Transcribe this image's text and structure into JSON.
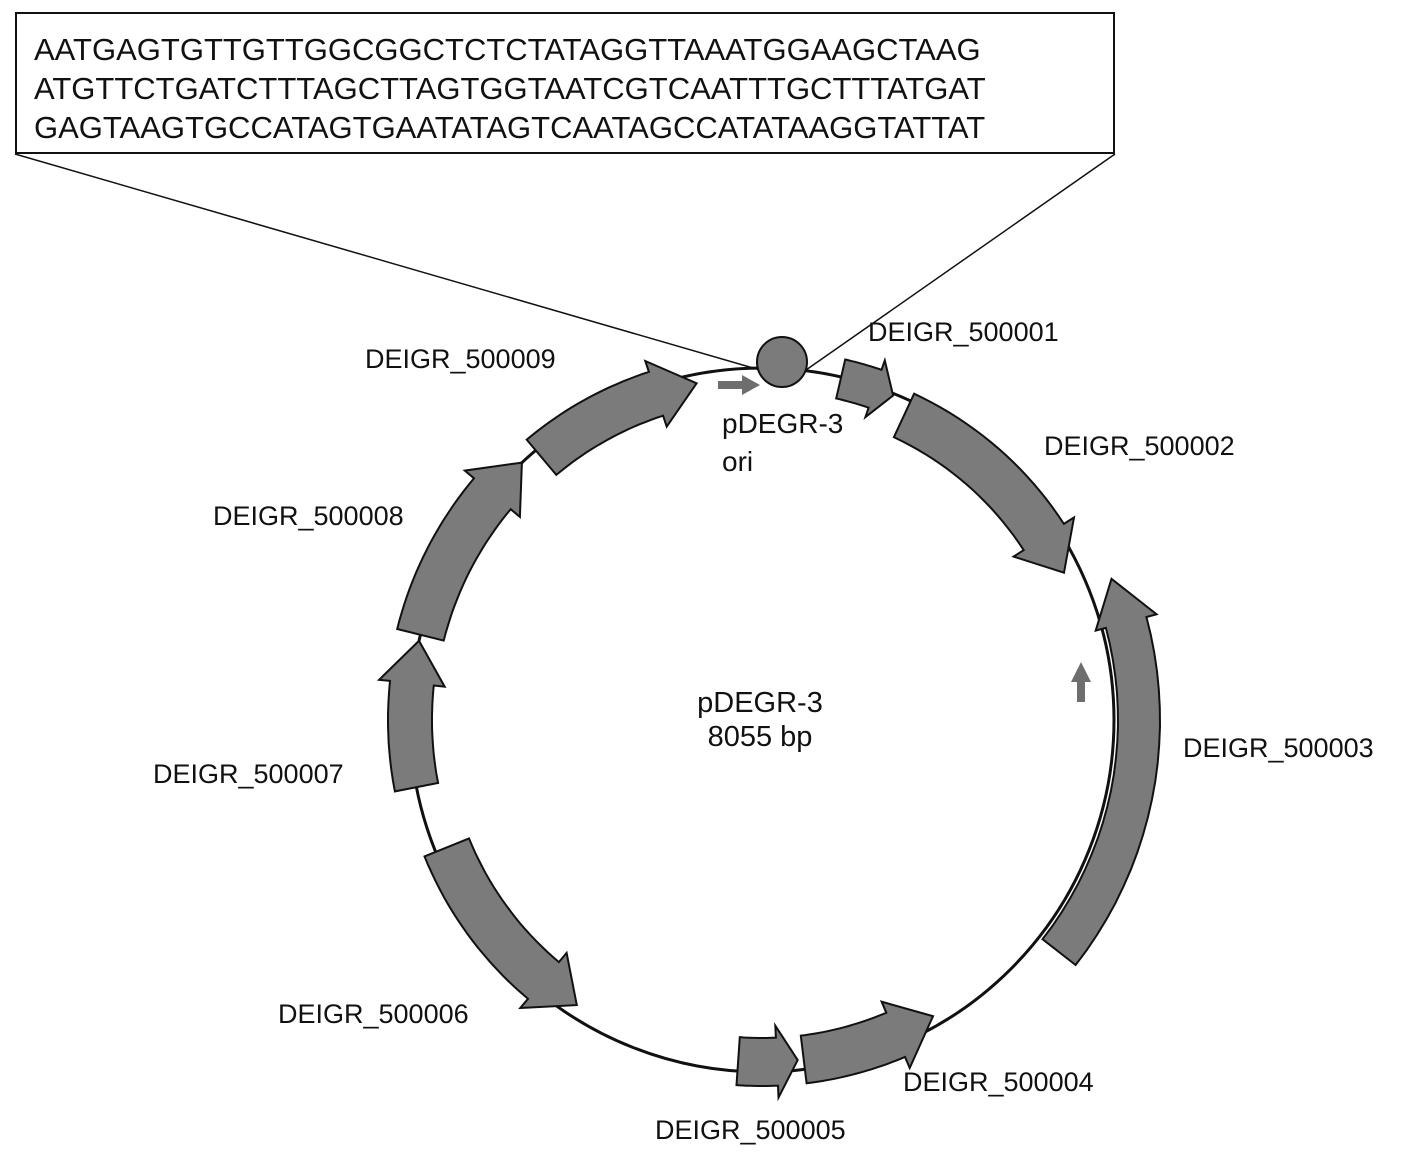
{
  "sequence_lines": [
    "AATGAGTGTTGTTGGCGGCTCTCTATAGGTTAAATGGAAGCTAAG",
    "ATGTTCTGATCTTTAGCTTAGTGGTAATCGTCAATTTGCTTTATGAT",
    "GAGTAAGTGCCATAGTGAATATAGTCAATAGCCATATAAGGTATTAT"
  ],
  "plasmid": {
    "name": "pDEGR-3",
    "size": "8055 bp"
  },
  "ori": {
    "line1": "pDEGR-3",
    "line2": "ori"
  },
  "genes": [
    {
      "label": "DEIGR_500001"
    },
    {
      "label": "DEIGR_500002"
    },
    {
      "label": "DEIGR_500003"
    },
    {
      "label": "DEIGR_500004"
    },
    {
      "label": "DEIGR_500005"
    },
    {
      "label": "DEIGR_500006"
    },
    {
      "label": "DEIGR_500007"
    },
    {
      "label": "DEIGR_500008"
    },
    {
      "label": "DEIGR_500009"
    }
  ],
  "colors": {
    "gene_fill": "#7b7b7b",
    "outline": "#111111",
    "arrow": "#6e6e6e",
    "ori_marker": "#7b7b7b"
  }
}
